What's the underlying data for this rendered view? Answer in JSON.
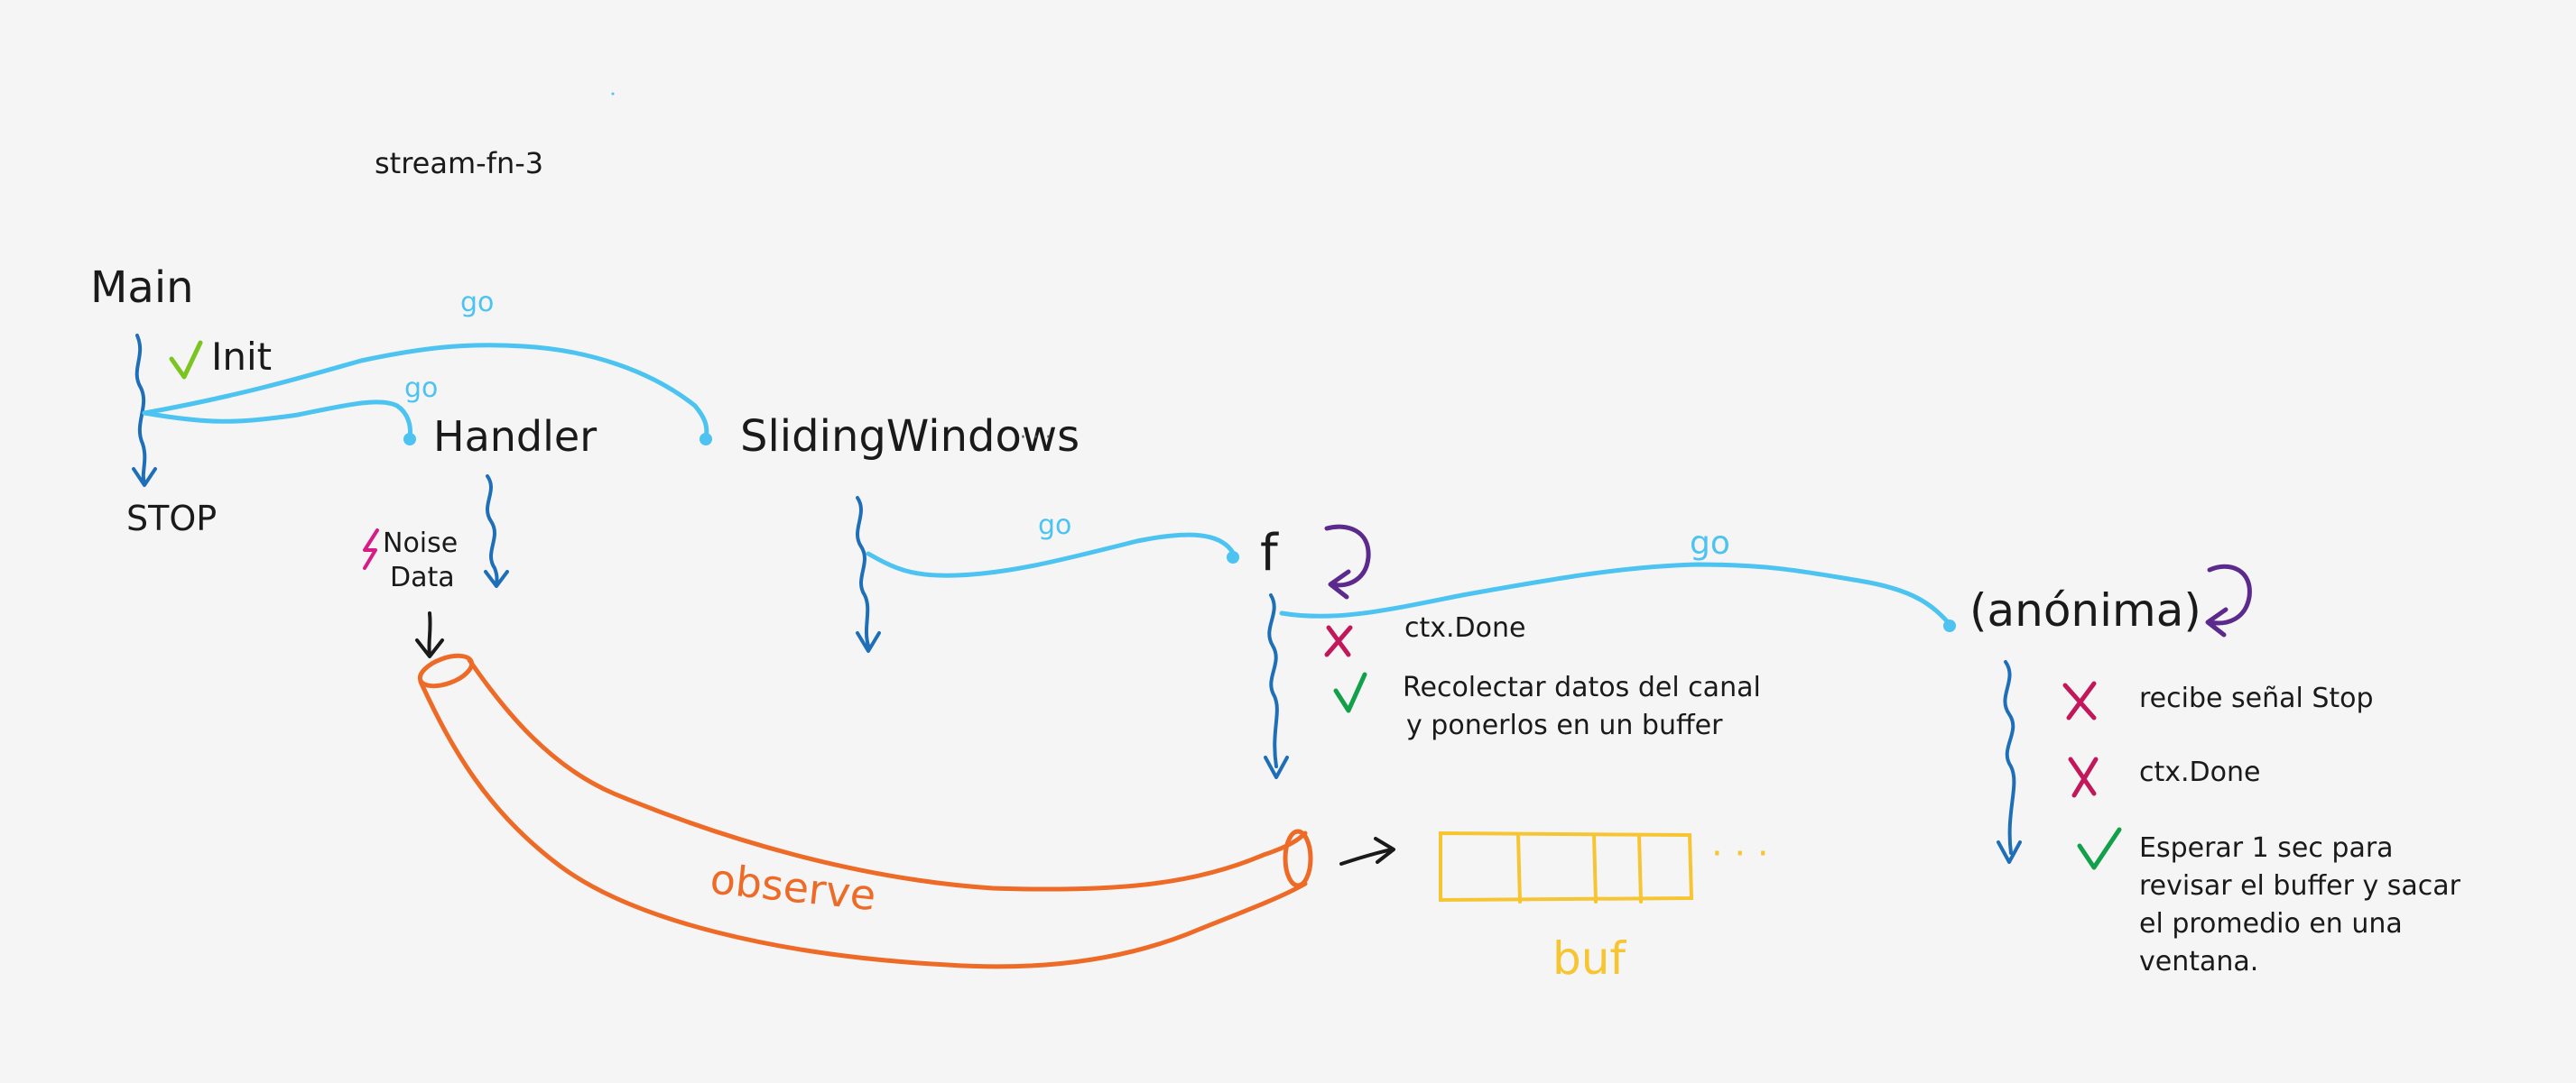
{
  "title": "stream-fn-3",
  "colors": {
    "background": "#f5f5f5",
    "ink": "#1a1a1a",
    "go_arrow": "#4cc3f0",
    "flow_arrow": "#1f6fb8",
    "pipe": "#ee6a27",
    "buffer": "#f7c531",
    "check": "#13a04a",
    "check_light": "#7cc521",
    "cross": "#c2185b",
    "noise": "#d81b86",
    "loop": "#5b2a8c"
  },
  "nodes": {
    "main": "Main",
    "init": "Init",
    "stop": "STOP",
    "handler": "Handler",
    "noise_line1": "Noise",
    "noise_line2": "Data",
    "sliding_windows": "SlidingWindows",
    "sliding_dots": "· · ·",
    "f": "f",
    "anonima": "(anónima)"
  },
  "go_labels": {
    "go1": "go",
    "go2": "go",
    "go3": "go",
    "go4": "go"
  },
  "pipe_label": "observe",
  "buffer_label": "buf",
  "buffer_dots": "· · ·",
  "f_notes": {
    "item1": "ctx.Done",
    "item2_line1": "Recolectar datos del canal",
    "item2_line2": "y ponerlos en un buffer"
  },
  "anon_notes": {
    "item1": "recibe señal Stop",
    "item2": "ctx.Done",
    "item3_line1": "Esperar 1 sec para",
    "item3_line2": "revisar el buffer y sacar",
    "item3_line3": "el promedio en una",
    "item3_line4": "ventana."
  }
}
